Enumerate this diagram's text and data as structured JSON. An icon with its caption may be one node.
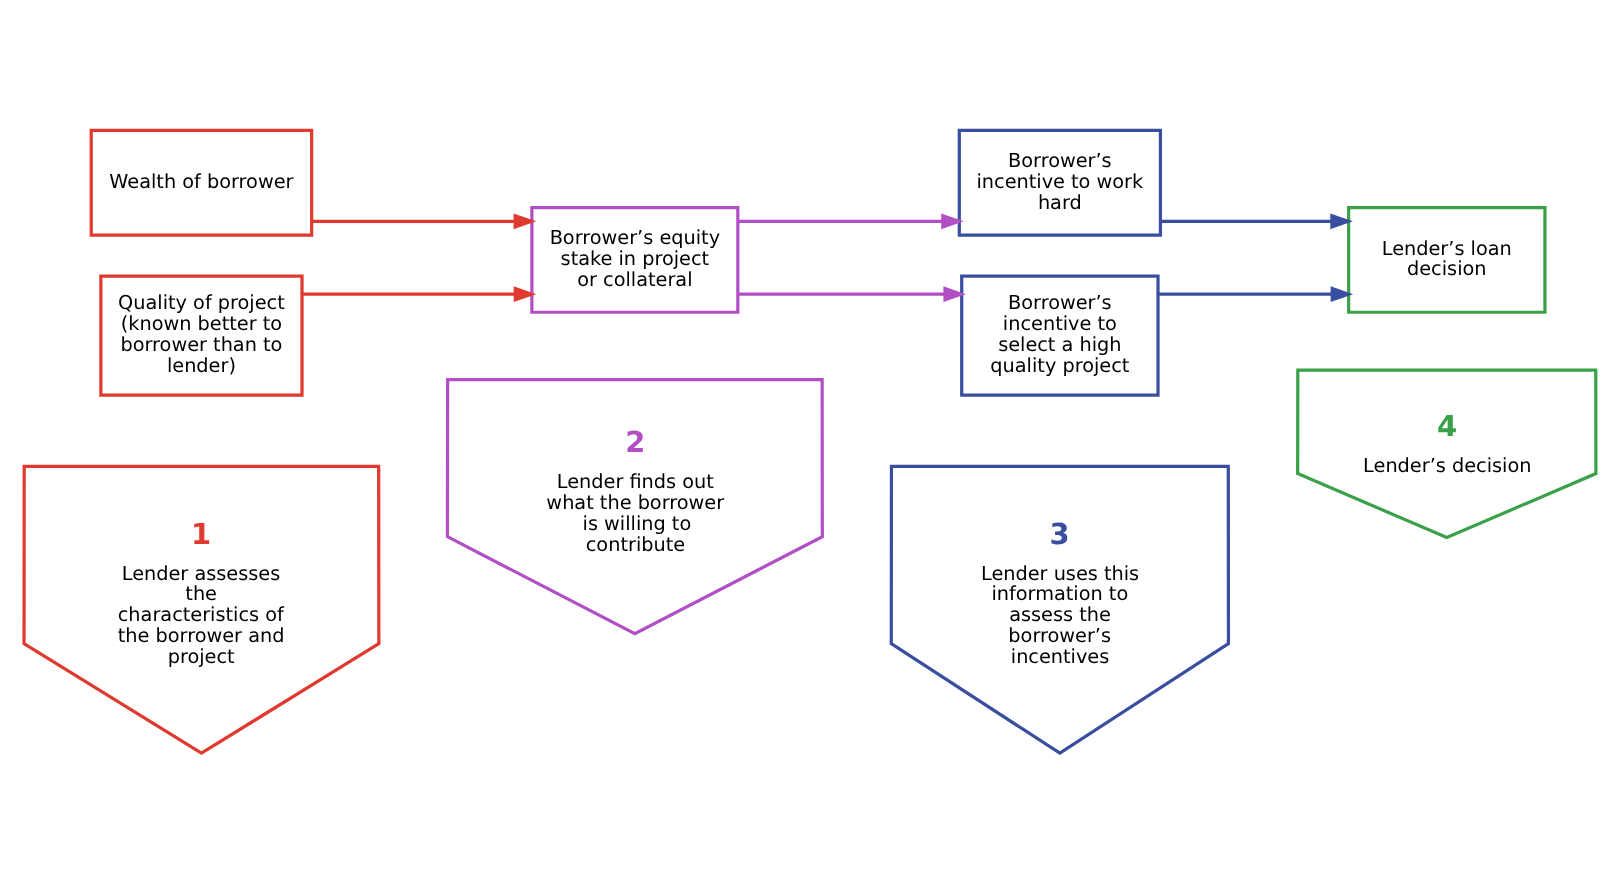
{
  "diagram": {
    "nodes": [
      {
        "text": [
          "1",
          "Lender assesses the characteristics of the borrower and project"
        ]
      },
      {
        "text": [
          "2",
          "Lender finds out what the borrower is willing to contribute"
        ]
      },
      {
        "text": [
          "3",
          "Lender uses this information to assess the borrower’s incentives"
        ]
      },
      {
        "text": [
          "4",
          "Lender’s decision"
        ]
      },
      {
        "text": [
          "Wealth of borrower"
        ]
      },
      {
        "text": [
          "Quality of project (known better to borrower than to lender)"
        ]
      },
      {
        "text": [
          "Borrower’s equity stake in project or collateral"
        ]
      },
      {
        "text": [
          "Borrower’s incentive to work hard"
        ]
      },
      {
        "text": [
          "Borrower’s incentive to select a high quality project"
        ]
      },
      {
        "text": [
          "Lender’s loan decision"
        ]
      }
    ],
    "edges": [
      {
        "from": 4,
        "to": 6,
        "arrow": "to",
        "color": "#e03a2f"
      },
      {
        "from": 5,
        "to": 6,
        "arrow": "to",
        "color": "#e03a2f"
      },
      {
        "from": 6,
        "to": 7,
        "arrow": "to",
        "color": "#b14fc5"
      },
      {
        "from": 6,
        "to": 8,
        "arrow": "to",
        "color": "#b14fc5"
      },
      {
        "from": 7,
        "to": 9,
        "arrow": "to",
        "color": "#3a4ea0"
      },
      {
        "from": 8,
        "to": 9,
        "arrow": "to",
        "color": "#3a4ea0"
      }
    ]
  }
}
